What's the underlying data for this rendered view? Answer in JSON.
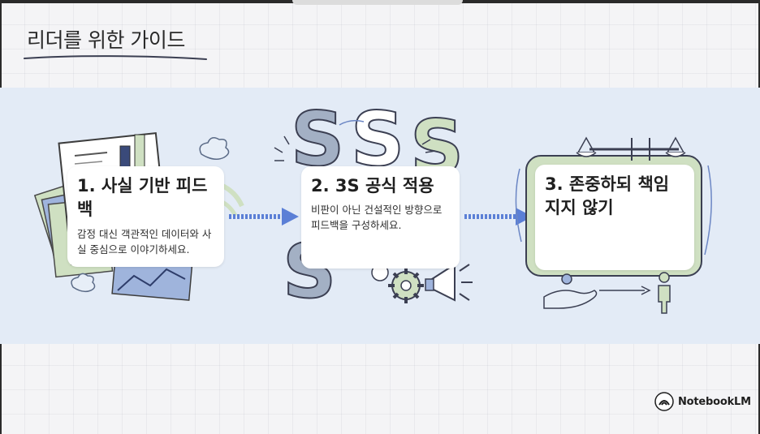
{
  "page": {
    "title": "리더를 위한 가이드"
  },
  "steps": [
    {
      "title": "1. 사실 기반 피드백",
      "description": "감정 대신 객관적인 데이터와 사실 중심으로 이야기하세요."
    },
    {
      "title": "2. 3S 공식 적용",
      "description": "비판이 아닌 건설적인 방향으로 피드백을 구성하세요."
    },
    {
      "title": "3. 존중하되 책임지지 않기",
      "description": ""
    }
  ],
  "illustration": {
    "letters": [
      "S",
      "S",
      "S",
      "S"
    ]
  },
  "branding": {
    "name": "NotebookLM"
  },
  "colors": {
    "band": "#e3ebf6",
    "arrow": "#5b7fd6",
    "sketch_green": "#cfe0c2",
    "sketch_blue": "#9fb4dc",
    "ink": "#2a2a2a"
  },
  "icons": [
    "report-chart-icon",
    "cloud-icon",
    "gear-icon",
    "megaphone-icon",
    "scale-icon",
    "open-hand-icon",
    "person-icon",
    "arrow-right-icon",
    "notebooklm-logo-icon"
  ]
}
